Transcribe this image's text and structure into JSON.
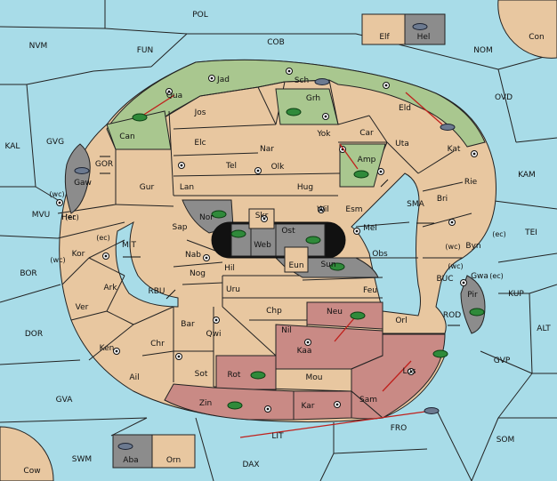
{
  "sea_labels": [
    "POL",
    "NVM",
    "FUN",
    "COB",
    "NOM",
    "Con",
    "OVD",
    "KAL",
    "GVG",
    "KAM",
    "TEI",
    "SMA",
    "MVU",
    "MIT",
    "BOR",
    "RBU",
    "BUC",
    "KUP",
    "DOR",
    "ROD",
    "ALT",
    "GVP",
    "GVA",
    "SOM",
    "FRO",
    "LIT",
    "SWM",
    "DAX",
    "Cow",
    "(wc)",
    "(ec)"
  ],
  "land_labels": [
    "Elf",
    "Hel",
    "Jad",
    "Sch",
    "Qua",
    "Grh",
    "Jos",
    "Can",
    "Eld",
    "Yok",
    "Car",
    "Elc",
    "Nar",
    "Uta",
    "Kat",
    "Tel",
    "Olk",
    "Amp",
    "Gaw",
    "Gur",
    "Lan",
    "Hug",
    "Rie",
    "Bri",
    "Wil",
    "Esm",
    "Nor",
    "Skr",
    "Ost",
    "Her",
    "Sap",
    "Web",
    "Mel",
    "Byn",
    "Kor",
    "Nab",
    "Eun",
    "Sun",
    "Obs",
    "Gwa",
    "Hil",
    "Nog",
    "Ark",
    "Uru",
    "Feu",
    "Pir",
    "Ver",
    "Chp",
    "Neu",
    "Bar",
    "Qwi",
    "Nil",
    "Orl",
    "Ken",
    "Chr",
    "Kaa",
    "Sot",
    "Rot",
    "Mou",
    "Los",
    "Ail",
    "Zin",
    "Kar",
    "Sam",
    "Aba",
    "Orn",
    "GOR"
  ],
  "colors": {
    "sea": "#a8dce8",
    "land": "#e8c7a0",
    "green": "#a9c78f",
    "red": "#c98a85",
    "gray": "#8c8c8c",
    "order": "#c0201c"
  },
  "units": [
    {
      "type": "army",
      "color": "green"
    },
    {
      "type": "fleet",
      "color": "gray"
    }
  ]
}
